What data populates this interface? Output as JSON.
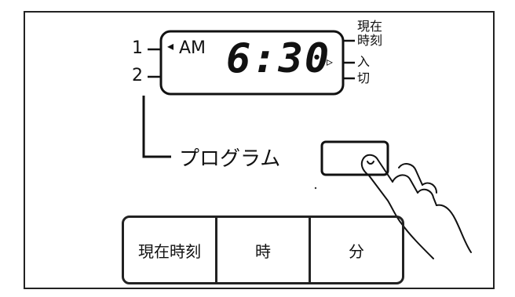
{
  "display": {
    "ampm": "AM",
    "time": "6:30",
    "left_marks": [
      "1",
      "2"
    ],
    "right_labels": [
      "現在",
      "時刻",
      "入",
      "切"
    ]
  },
  "program_label": "プログラム",
  "buttons": [
    "現在時刻",
    "時",
    "分"
  ],
  "icons": [
    "hand-pointing-icon"
  ]
}
